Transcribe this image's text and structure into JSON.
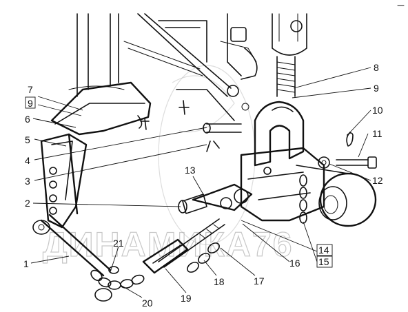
{
  "diagram": {
    "callouts": [
      {
        "id": "c1",
        "text": "1"
      },
      {
        "id": "c2",
        "text": "2"
      },
      {
        "id": "c3",
        "text": "3"
      },
      {
        "id": "c4",
        "text": "4"
      },
      {
        "id": "c5",
        "text": "5"
      },
      {
        "id": "c6",
        "text": "6"
      },
      {
        "id": "c7",
        "text": "7"
      },
      {
        "id": "c8",
        "text": "8"
      },
      {
        "id": "c9a",
        "text": "9",
        "boxed": true
      },
      {
        "id": "c9b",
        "text": "9"
      },
      {
        "id": "c10",
        "text": "10"
      },
      {
        "id": "c11",
        "text": "11"
      },
      {
        "id": "c12",
        "text": "12"
      },
      {
        "id": "c13",
        "text": "13"
      },
      {
        "id": "c14",
        "text": "14",
        "boxed": true
      },
      {
        "id": "c15",
        "text": "15",
        "boxed": true
      },
      {
        "id": "c16",
        "text": "16"
      },
      {
        "id": "c17",
        "text": "17"
      },
      {
        "id": "c18",
        "text": "18"
      },
      {
        "id": "c19",
        "text": "19"
      },
      {
        "id": "c20",
        "text": "20"
      },
      {
        "id": "c21",
        "text": "21"
      }
    ],
    "watermark": "ДИНАМИКА76",
    "colors": {
      "ink": "#111111",
      "watermark": "#9a9a9a",
      "background": "#ffffff"
    }
  }
}
